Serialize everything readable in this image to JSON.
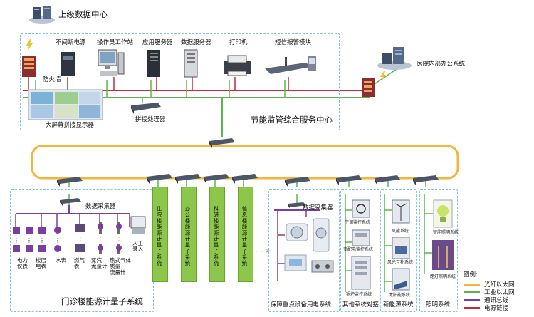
{
  "center": {
    "top_title": "上级数据中心",
    "service_center": "节能监管综合服务中心",
    "hospital_office": "医院内部办公系统"
  },
  "devices": {
    "ups": "不间断电源",
    "operator_ws": "操作员工作站",
    "app_server": "应用服务器",
    "db_server": "数据服务器",
    "printer": "打印机",
    "sms_alarm": "短信报警模块",
    "firewall": "防火墙",
    "video_wall": "大屏幕拼接显示器",
    "splice_proc": "拼接处理器"
  },
  "outpatient": {
    "title": "门诊楼能源计量子系统",
    "collector": "数据采集器",
    "meters": [
      "电力\n仪表",
      "楼层\n电表",
      "水表",
      "蒸汽\n流量计",
      "热式气体\n质量\n流量计"
    ],
    "gas_meter": "燃气\n表",
    "manual": "人工\n录入"
  },
  "subsystems": [
    "住院楼能源计量子系统",
    "办公楼能源计量子系统",
    "科研楼能源计量子系统",
    "信息楼能源计量子系统"
  ],
  "key_equipment": {
    "title": "保障重点设备用电系统",
    "collector": "数据采集器"
  },
  "other_systems": {
    "title": "其他系统对接",
    "items": [
      "空调监控系统",
      "变配电监控系统",
      "锅炉监控系统"
    ]
  },
  "new_energy": {
    "title": "新能源系统",
    "items": [
      "风能系统",
      "风光互补系统",
      "太阳能系统"
    ]
  },
  "lighting": {
    "title": "照明系统",
    "items": [
      "智能照明系统",
      "路灯照明系统"
    ]
  },
  "legend": {
    "title": "图例:",
    "items": [
      {
        "label": "光纤以太网",
        "color": "#f3b53a"
      },
      {
        "label": "工业以太网",
        "color": "#5cb54a"
      },
      {
        "label": "通讯总线",
        "color": "#7b3ea0"
      },
      {
        "label": "电源链接",
        "color": "#c8283a"
      }
    ]
  }
}
